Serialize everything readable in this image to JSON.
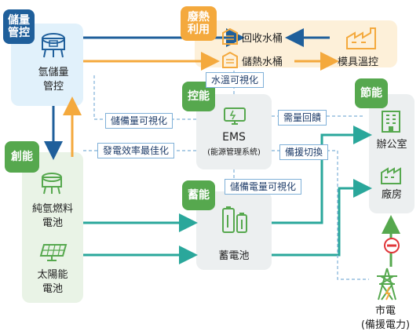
{
  "tags": {
    "storage_control": "儲量\n管控",
    "waste_heat": "廢熱\n利用",
    "generation": "創能",
    "control": "控能",
    "storage": "蓄能",
    "saving": "節能"
  },
  "nodes": {
    "hydrogen_storage": "氫儲量\n管控",
    "recycle_tank": "回收水桶",
    "storage_tank": "儲熱水桶",
    "mold_temp": "模具溫控",
    "fuel_cell": "純氫燃料\n電池",
    "solar": "太陽能\n電池",
    "ems_title": "EMS",
    "ems_sub": "(能源管理系統)",
    "battery": "蓄電池",
    "office": "辦公室",
    "factory": "廠房",
    "grid": "市電\n(備援電力)"
  },
  "edge_labels": {
    "water_temp": "水溫可視化",
    "storage_vis": "儲備量可視化",
    "efficiency": "發電效率最佳化",
    "demand": "需量回饋",
    "backup_switch": "備援切換",
    "battery_vis": "儲備電量可視化"
  },
  "colors": {
    "dark_blue": "#1f5f9b",
    "orange": "#f4a93d",
    "green": "#56a84e",
    "teal_arrow": "#2aa79b",
    "dashed": "#7fb0d8"
  }
}
